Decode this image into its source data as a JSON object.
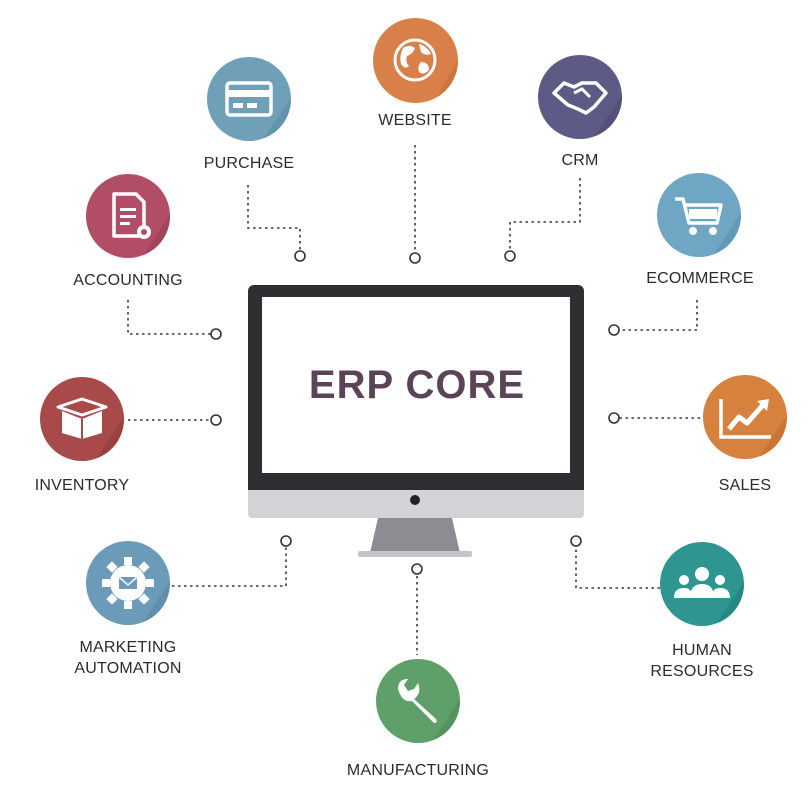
{
  "core": {
    "title": "ERP CORE"
  },
  "modules": {
    "website": {
      "label": "WEBSITE",
      "color": "#d9804a",
      "icon": "globe-icon"
    },
    "purchase": {
      "label": "PURCHASE",
      "color": "#6fa0b8",
      "icon": "credit-card-icon"
    },
    "crm": {
      "label": "CRM",
      "color": "#5d5a86",
      "icon": "handshake-icon"
    },
    "accounting": {
      "label": "ACCOUNTING",
      "color": "#b24d68",
      "icon": "document-gear-icon"
    },
    "ecommerce": {
      "label": "ECOMMERCE",
      "color": "#6fa6c4",
      "icon": "shopping-cart-icon"
    },
    "inventory": {
      "label": "INVENTORY",
      "color": "#a84a4a",
      "icon": "box-icon"
    },
    "sales": {
      "label": "SALES",
      "color": "#d7813f",
      "icon": "chart-up-icon"
    },
    "marketing": {
      "label_line1": "MARKETING",
      "label_line2": "AUTOMATION",
      "color": "#6b9bb8",
      "icon": "gear-envelope-icon"
    },
    "hr": {
      "label_line1": "HUMAN",
      "label_line2": "RESOURCES",
      "color": "#2f9590",
      "icon": "people-icon"
    },
    "manufacturing": {
      "label": "MANUFACTURING",
      "color": "#5f9f6a",
      "icon": "wrench-icon"
    }
  }
}
